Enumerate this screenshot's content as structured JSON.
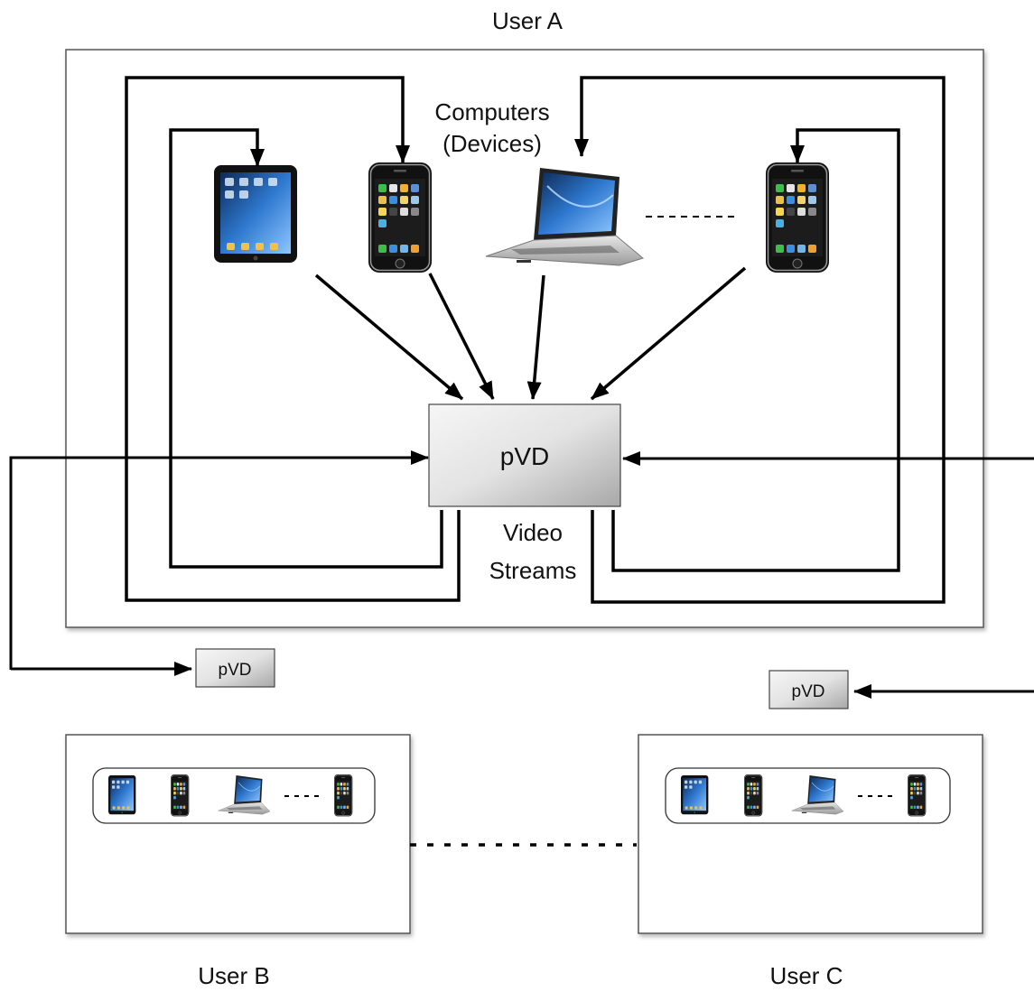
{
  "user_a": {
    "title": "User A",
    "devices_label_line1": "Computers",
    "devices_label_line2": "(Devices)",
    "pvd_label": "pVD",
    "streams_label_line1": "Video",
    "streams_label_line2": "Streams",
    "devices": [
      "tablet-icon",
      "smartphone-icon",
      "laptop-icon",
      "ellipsis",
      "smartphone-icon"
    ]
  },
  "user_b": {
    "title": "User B",
    "pvd_label": "pVD",
    "devices": [
      "tablet-icon",
      "smartphone-icon",
      "laptop-icon",
      "ellipsis",
      "smartphone-icon"
    ]
  },
  "user_c": {
    "title": "User C",
    "pvd_label": "pVD",
    "devices": [
      "tablet-icon",
      "smartphone-icon",
      "laptop-icon",
      "ellipsis",
      "smartphone-icon"
    ]
  },
  "colors": {
    "line": "#000000",
    "box_border": "#555555",
    "pvd_light": "#f4f4f4",
    "pvd_dark": "#a9a9a9",
    "screen_blue": "#2d6fc0"
  }
}
